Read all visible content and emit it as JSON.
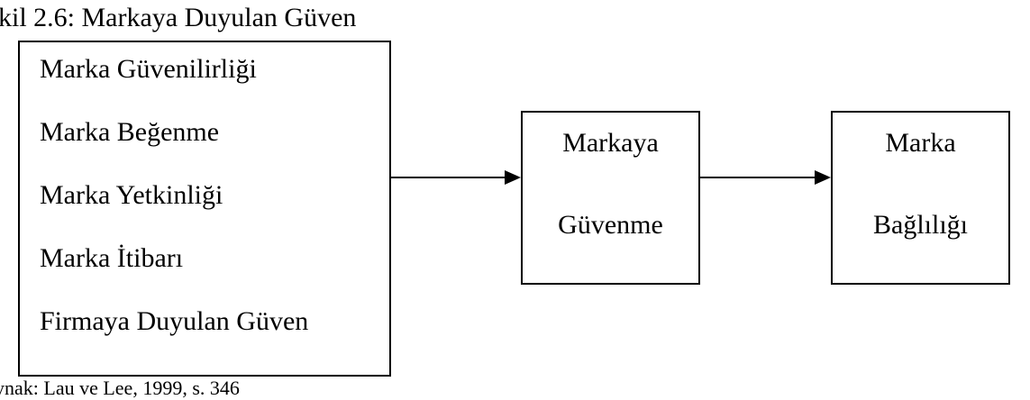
{
  "caption": "kil 2.6: Markaya Duyulan Güven",
  "left_box": {
    "items": [
      "Marka Güvenilirliği",
      "Marka Beğenme",
      "Marka Yetkinliği",
      "Marka İtibarı",
      "Firmaya Duyulan Güven"
    ]
  },
  "middle_box": {
    "line1": "Markaya",
    "line2": "Güvenme"
  },
  "right_box": {
    "line1": "Marka",
    "line2": "Bağlılığı"
  },
  "source": "ynak: Lau ve Lee, 1999, s. 346"
}
